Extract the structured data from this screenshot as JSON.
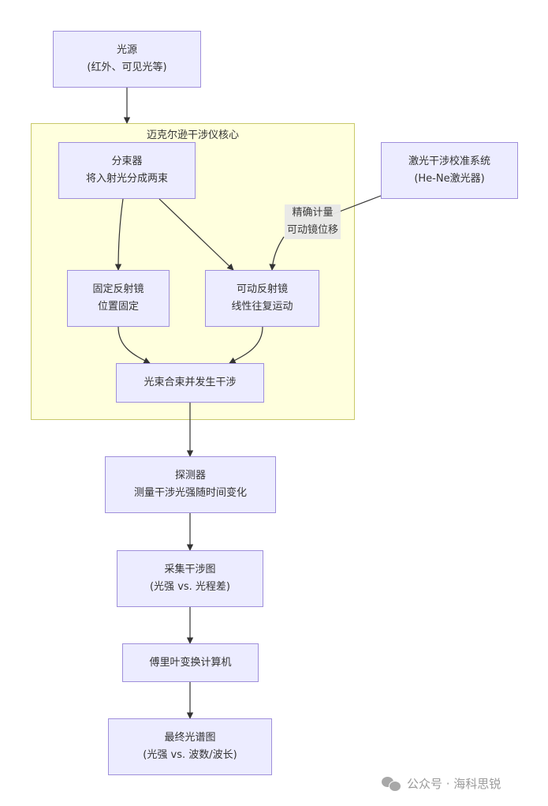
{
  "diagram": {
    "type": "flowchart",
    "subgraph": {
      "title": "迈克尔逊干涉仪核心"
    },
    "nodes": {
      "light_source": {
        "line1": "光源",
        "line2": "(红外、可见光等)"
      },
      "beam_splitter": {
        "line1": "分束器",
        "line2": "将入射光分成两束"
      },
      "laser_calibration": {
        "line1": "激光干涉校准系统",
        "line2": "(He-Ne激光器)"
      },
      "fixed_mirror": {
        "line1": "固定反射镜",
        "line2": "位置固定"
      },
      "movable_mirror": {
        "line1": "可动反射镜",
        "line2": "线性往复运动"
      },
      "beam_combine": {
        "line1": "光束合束并发生干涉"
      },
      "detector": {
        "line1": "探测器",
        "line2": "测量干涉光强随时间变化"
      },
      "interferogram": {
        "line1": "采集干涉图",
        "line2": "(光强 vs. 光程差)"
      },
      "fourier_computer": {
        "line1": "傅里叶变换计算机"
      },
      "final_spectrum": {
        "line1": "最终光谱图",
        "line2": "(光强 vs. 波数/波长)"
      }
    },
    "edge_labels": {
      "calibration_to_movable": {
        "line1": "精确计量",
        "line2": "可动镜位移"
      }
    },
    "edges": [
      {
        "from": "light_source",
        "to": "beam_splitter"
      },
      {
        "from": "beam_splitter",
        "to": "fixed_mirror"
      },
      {
        "from": "beam_splitter",
        "to": "movable_mirror"
      },
      {
        "from": "laser_calibration",
        "to": "movable_mirror",
        "label": "精确计量 可动镜位移"
      },
      {
        "from": "fixed_mirror",
        "to": "beam_combine"
      },
      {
        "from": "movable_mirror",
        "to": "beam_combine"
      },
      {
        "from": "beam_combine",
        "to": "detector"
      },
      {
        "from": "detector",
        "to": "interferogram"
      },
      {
        "from": "interferogram",
        "to": "fourier_computer"
      },
      {
        "from": "fourier_computer",
        "to": "final_spectrum"
      }
    ]
  },
  "colors": {
    "node_fill": "#ececff",
    "node_border": "#9f8fdb",
    "subgraph_fill": "#ffffde",
    "subgraph_border": "#c9c96a",
    "edge": "#333333",
    "edge_label_bg": "#e8e8e8"
  },
  "watermark": {
    "text": "公众号 · 海科思锐",
    "icon": "wechat-icon"
  }
}
